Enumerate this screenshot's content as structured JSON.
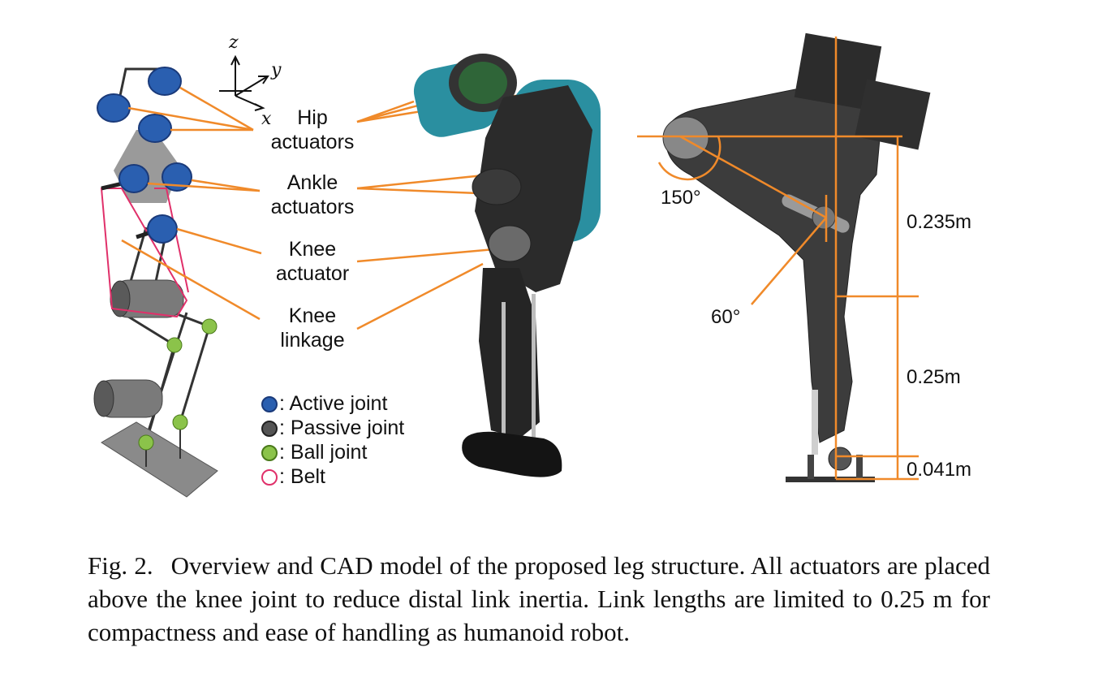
{
  "figure": {
    "axes": {
      "z": "z",
      "y": "y",
      "x": "x"
    },
    "labels": {
      "hip": [
        "Hip",
        "actuators"
      ],
      "ankle": [
        "Ankle",
        "actuators"
      ],
      "knee_actuator": [
        "Knee",
        "actuator"
      ],
      "knee_linkage": [
        "Knee",
        "linkage"
      ]
    },
    "legend": [
      {
        "label": ": Active joint",
        "color": "#2a5fb0"
      },
      {
        "label": ": Passive joint",
        "color": "#555555"
      },
      {
        "label": ": Ball joint",
        "color": "#8bc34a"
      },
      {
        "label": ": Belt",
        "color": "#e0306a"
      }
    ],
    "dimensions": {
      "angle_hip": "150°",
      "angle_knee": "60°",
      "upper_link": "0.235m",
      "lower_link": "0.25m",
      "foot_height": "0.041m"
    }
  },
  "caption": {
    "fig_label": "Fig. 2.",
    "text": "Overview and CAD model of the proposed leg structure. All actuators are placed above the knee joint to reduce distal link inertia. Link lengths are limited to 0.25 m for compactness and ease of handling as humanoid robot."
  }
}
